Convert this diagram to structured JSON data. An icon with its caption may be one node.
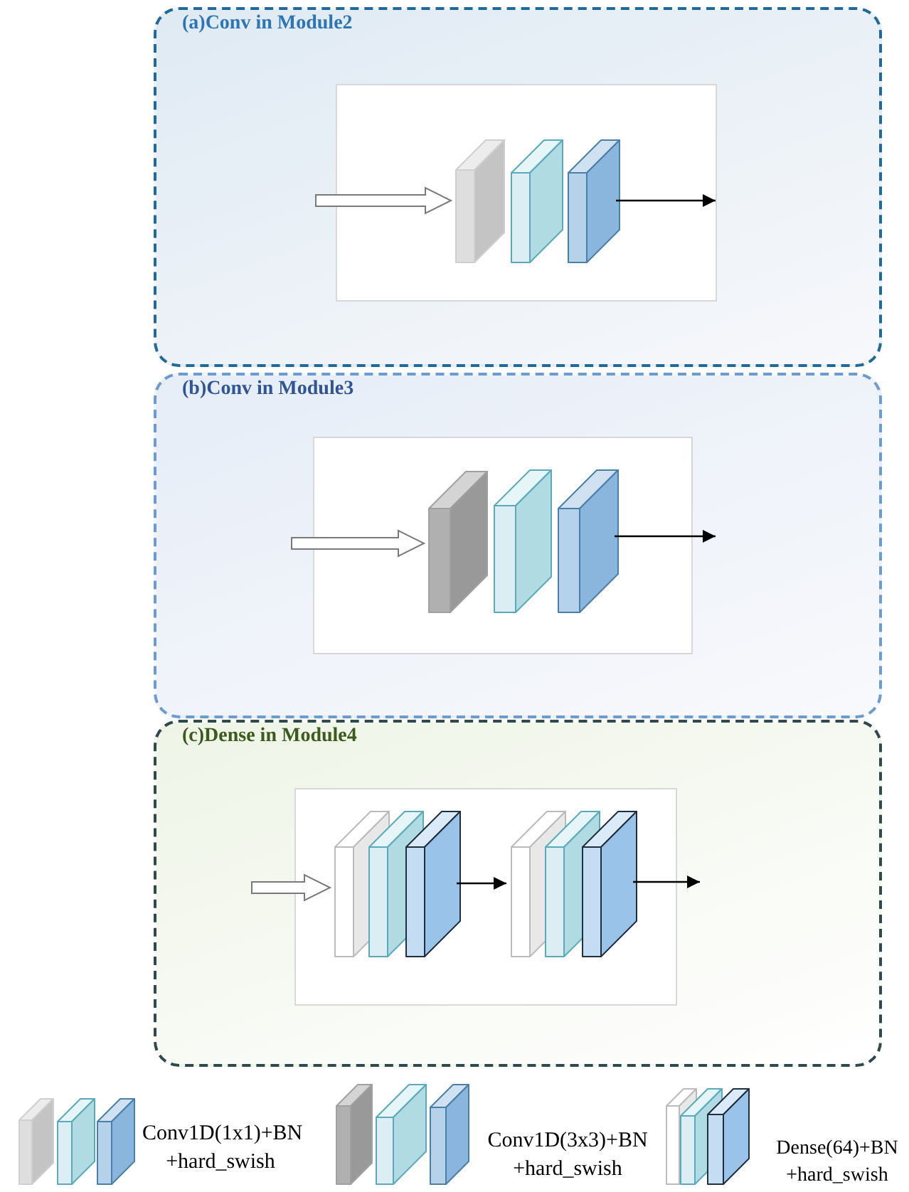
{
  "diagram": {
    "nodes": [
      {
        "text": [
          "(a)Conv in Module2"
        ]
      },
      {
        "text": [],
        "shape": "box",
        "in": 0
      },
      {
        "text": [],
        "shape": "box",
        "in": 1
      },
      {
        "text": [],
        "shape": "box",
        "in": 1
      },
      {
        "text": [],
        "shape": "box",
        "in": 1
      },
      {
        "text": [
          "(b)Conv in Module3"
        ]
      },
      {
        "text": [],
        "shape": "box",
        "in": 5
      },
      {
        "text": [],
        "shape": "box",
        "in": 6
      },
      {
        "text": [],
        "shape": "box",
        "in": 6
      },
      {
        "text": [],
        "shape": "box",
        "in": 6
      },
      {
        "text": [
          "(c)Dense in Module4"
        ]
      },
      {
        "text": [],
        "shape": "box",
        "in": 10
      },
      {
        "text": [],
        "shape": "box",
        "in": 11
      },
      {
        "text": [],
        "shape": "box",
        "in": 11
      },
      {
        "text": [],
        "shape": "box",
        "in": 11
      },
      {
        "text": [],
        "shape": "box",
        "in": 11
      },
      {
        "text": [],
        "shape": "box",
        "in": 11
      },
      {
        "text": [],
        "shape": "box",
        "in": 11
      }
    ],
    "edges": [
      {
        "from": null,
        "to": 2,
        "arrow": "to",
        "style": "thick"
      },
      {
        "from": 4,
        "to": null,
        "arrow": "to"
      },
      {
        "from": null,
        "to": 7,
        "arrow": "to",
        "style": "thick"
      },
      {
        "from": 9,
        "to": null,
        "arrow": "to"
      },
      {
        "from": null,
        "to": 12,
        "arrow": "to",
        "style": "thick"
      },
      {
        "from": 14,
        "to": 15,
        "arrow": "to"
      },
      {
        "from": 17,
        "to": null,
        "arrow": "to"
      }
    ],
    "legend": [
      {
        "text": "Conv1D(1x1)+BN +hard_swish"
      },
      {
        "text": "Conv1D(3x3)+BN +hard_swish"
      },
      {
        "text": "Dense(64)+BN +hard_swish"
      }
    ]
  }
}
